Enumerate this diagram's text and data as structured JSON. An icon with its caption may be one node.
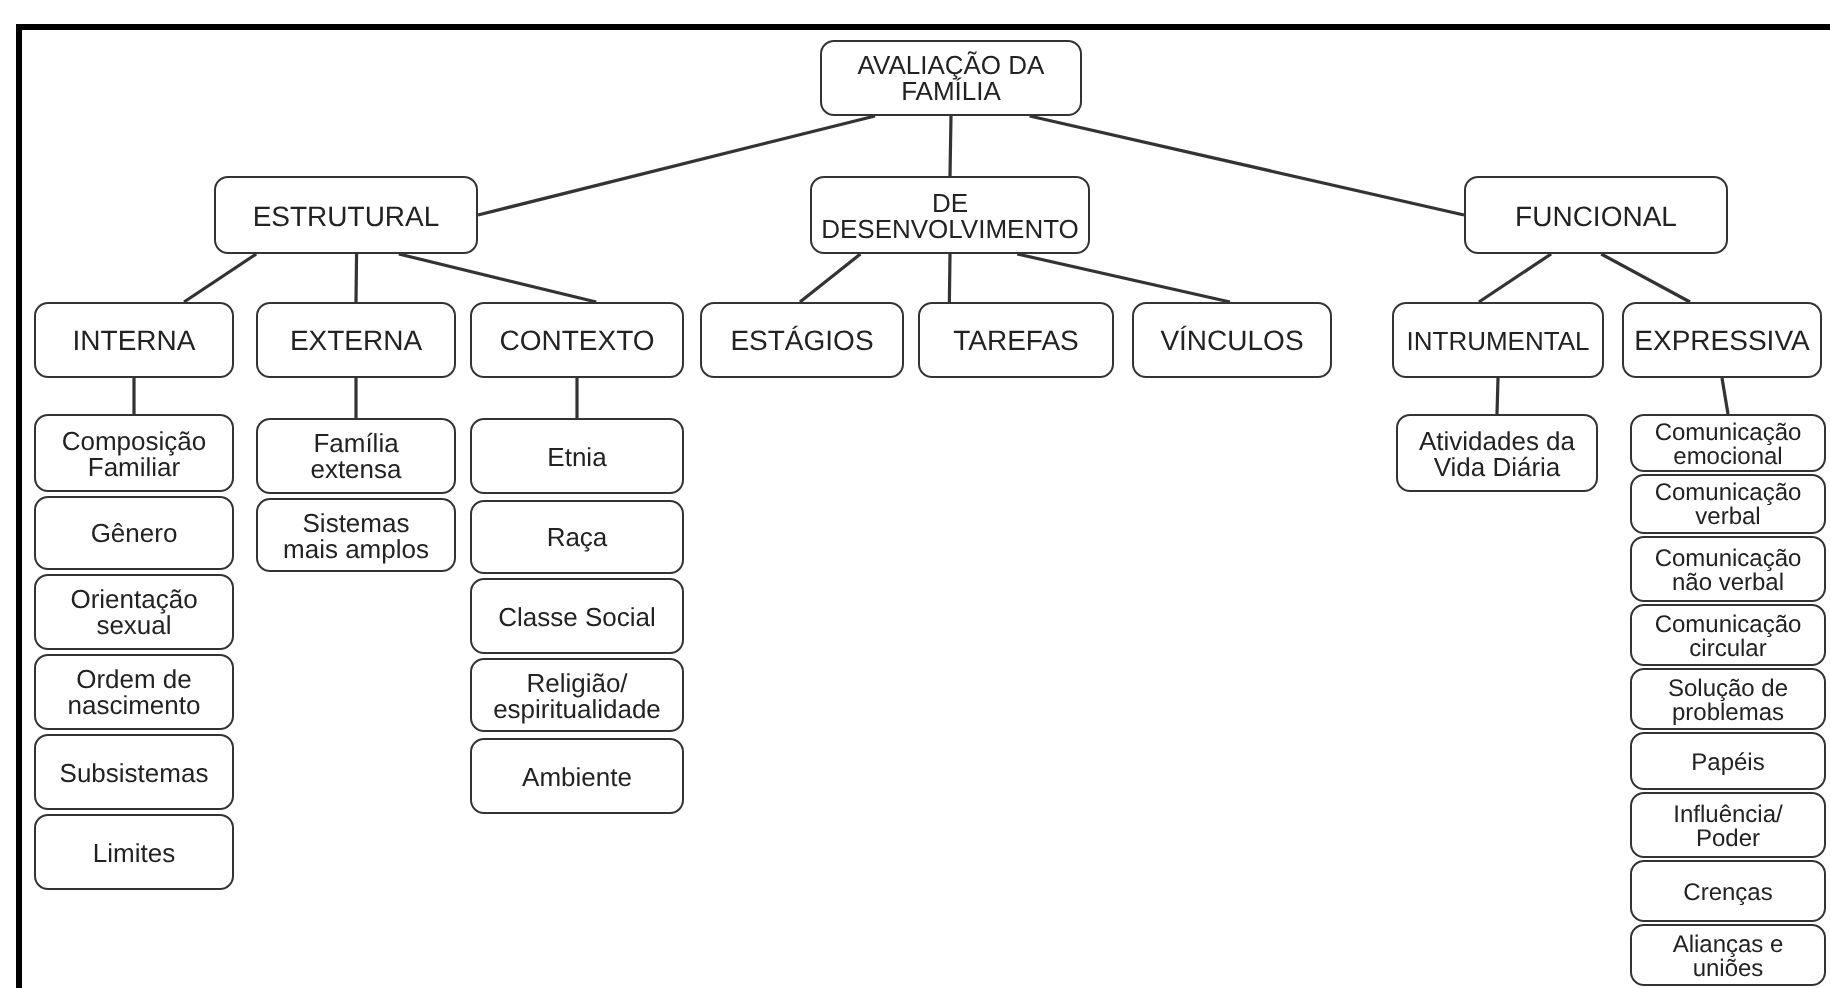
{
  "diagram": {
    "nodes": [
      {
        "text": [
          "AVALIAÇÃO DA FAMÍLIA"
        ]
      },
      {
        "text": [
          "ESTRUTURAL"
        ]
      },
      {
        "text": [
          "DE DESENVOLVIMENTO"
        ]
      },
      {
        "text": [
          "FUNCIONAL"
        ]
      },
      {
        "text": [
          "INTERNA"
        ]
      },
      {
        "text": [
          "EXTERNA"
        ]
      },
      {
        "text": [
          "CONTEXTO"
        ]
      },
      {
        "text": [
          "ESTÁGIOS"
        ]
      },
      {
        "text": [
          "TAREFAS"
        ]
      },
      {
        "text": [
          "VÍNCULOS"
        ]
      },
      {
        "text": [
          "INTRUMENTAL"
        ]
      },
      {
        "text": [
          "EXPRESSIVA"
        ]
      },
      {
        "text": [
          "Composição Familiar"
        ]
      },
      {
        "text": [
          "Gênero"
        ]
      },
      {
        "text": [
          "Orientação sexual"
        ]
      },
      {
        "text": [
          "Ordem de nascimento"
        ]
      },
      {
        "text": [
          "Subsistemas"
        ]
      },
      {
        "text": [
          "Limites"
        ]
      },
      {
        "text": [
          "Família extensa"
        ]
      },
      {
        "text": [
          "Sistemas mais amplos"
        ]
      },
      {
        "text": [
          "Etnia"
        ]
      },
      {
        "text": [
          "Raça"
        ]
      },
      {
        "text": [
          "Classe Social"
        ]
      },
      {
        "text": [
          "Religião/ espiritualidade"
        ]
      },
      {
        "text": [
          "Ambiente"
        ]
      },
      {
        "text": [
          "Atividades da Vida Diária"
        ]
      },
      {
        "text": [
          "Comunicação emocional"
        ]
      },
      {
        "text": [
          "Comunicação verbal"
        ]
      },
      {
        "text": [
          "Comunicação não verbal"
        ]
      },
      {
        "text": [
          "Comunicação circular"
        ]
      },
      {
        "text": [
          "Solução de problemas"
        ]
      },
      {
        "text": [
          "Papéis"
        ]
      },
      {
        "text": [
          "Influência/ Poder"
        ]
      },
      {
        "text": [
          "Crenças"
        ]
      },
      {
        "text": [
          "Alianças e uniões"
        ]
      }
    ],
    "edges": [
      {
        "from": 0,
        "to": 1,
        "arrow": "none"
      },
      {
        "from": 0,
        "to": 2,
        "arrow": "none"
      },
      {
        "from": 0,
        "to": 3,
        "arrow": "none"
      },
      {
        "from": 1,
        "to": 4,
        "arrow": "none"
      },
      {
        "from": 1,
        "to": 5,
        "arrow": "none"
      },
      {
        "from": 1,
        "to": 6,
        "arrow": "none"
      },
      {
        "from": 2,
        "to": 7,
        "arrow": "none"
      },
      {
        "from": 2,
        "to": 8,
        "arrow": "none"
      },
      {
        "from": 2,
        "to": 9,
        "arrow": "none"
      },
      {
        "from": 3,
        "to": 10,
        "arrow": "none"
      },
      {
        "from": 3,
        "to": 11,
        "arrow": "none"
      },
      {
        "from": 4,
        "to": 12,
        "arrow": "none"
      },
      {
        "from": 5,
        "to": 18,
        "arrow": "none"
      },
      {
        "from": 6,
        "to": 20,
        "arrow": "none"
      },
      {
        "from": 10,
        "to": 25,
        "arrow": "none"
      },
      {
        "from": 11,
        "to": 26,
        "arrow": "none"
      }
    ]
  }
}
